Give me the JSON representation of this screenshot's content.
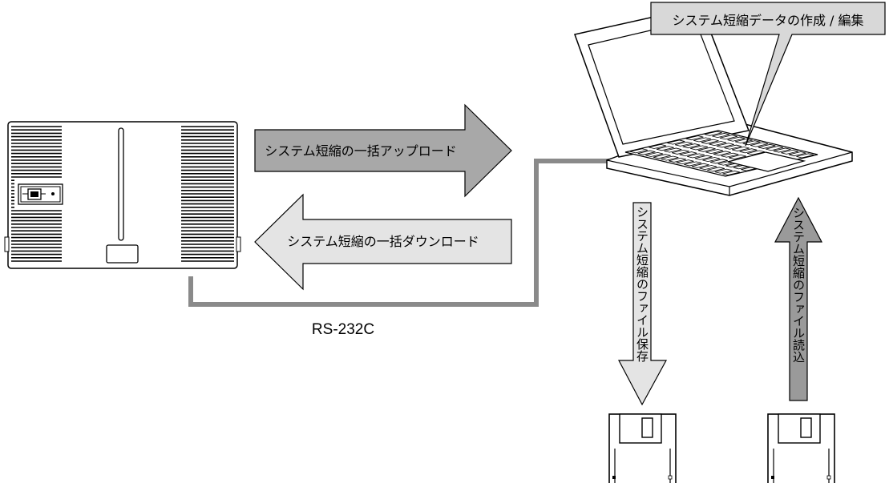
{
  "callout": {
    "text": "システム短縮データの作成 / 編集"
  },
  "arrows": {
    "upload": "システム短縮の一括アップロード",
    "download": "システム短縮の一括ダウンロード",
    "file_save": "システム短縮のファイル保存",
    "file_load": "システム短縮のファイル読込"
  },
  "cable": {
    "label": "RS-232C"
  },
  "colors": {
    "upload_fill": "#a8a8a8",
    "download_fill": "#e4e4e4",
    "save_fill": "#e4e4e4",
    "load_fill": "#9a9a9a",
    "cable": "#8a8a8a",
    "callout_fill": "#d8d8d8"
  }
}
